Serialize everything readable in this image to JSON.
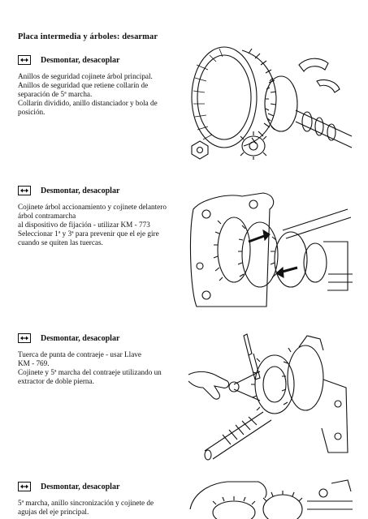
{
  "page": {
    "title": "Placa intermedia y árboles: desarmar"
  },
  "steps": [
    {
      "icon": "disassemble-arrows-icon",
      "heading": "Desmontar, desacoplar",
      "lines": [
        "Anillos de seguridad cojinete árbol principal.",
        "Anillos de seguridad que retiene collarín de",
        "separación de 5ª marcha.",
        "Collarín dividido, anillo distanciador y bola de",
        "posición."
      ]
    },
    {
      "icon": "disassemble-arrows-icon",
      "heading": "Desmontar, desacoplar",
      "lines": [
        "Cojinete árbol accionamiento y cojinete delantero",
        "árbol contramarcha",
        "al dispositivo de fijación - utilizar KM - 773",
        "Seleccionar 1ª y 3ª para prevenir que el eje gire",
        "cuando se quiten las tuercas."
      ]
    },
    {
      "icon": "disassemble-arrows-icon",
      "heading": "Desmontar, desacoplar",
      "lines": [
        "Tuerca de punta de contraeje - usar Llave",
        "KM - 769.",
        "Cojinete y 5ª marcha del contraeje utilizando un",
        "extractor de doble pierna."
      ]
    },
    {
      "icon": "disassemble-arrows-icon",
      "heading": "Desmontar, desacoplar",
      "lines": [
        "5ª marcha, anillo sincronización y cojinete de",
        "agujas del eje principal."
      ]
    }
  ]
}
